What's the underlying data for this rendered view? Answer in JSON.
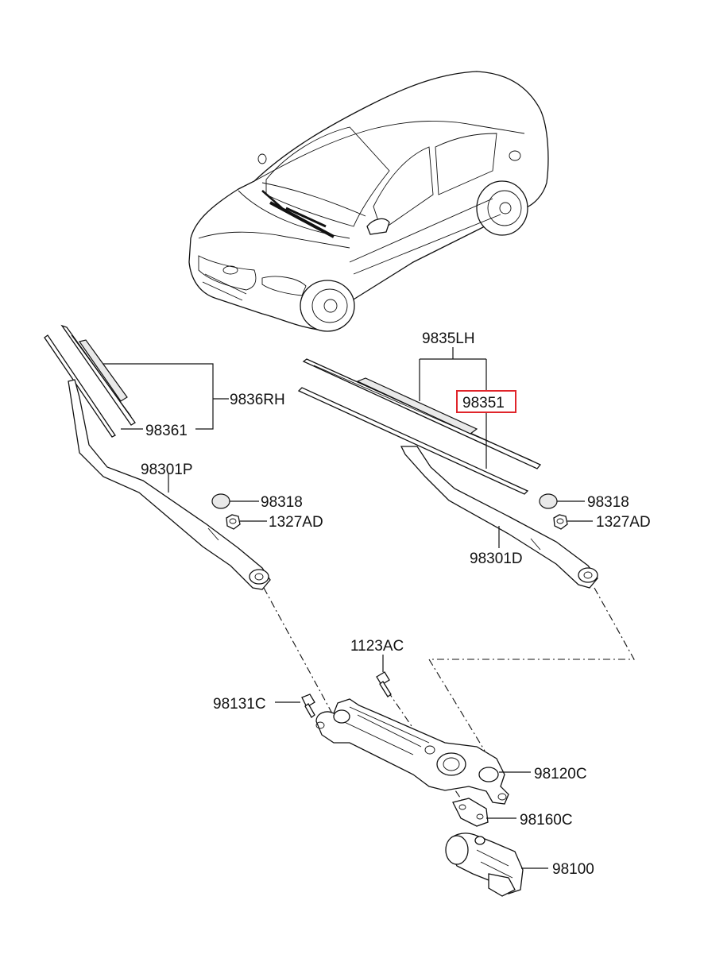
{
  "labels": {
    "blade_lh": "9835LH",
    "refill_lh": "98351",
    "blade_rh": "9836RH",
    "refill_rh": "98361",
    "arm_passenger": "98301P",
    "arm_driver": "98301D",
    "cap_left": "98318",
    "cap_right": "98318",
    "nut_left": "1327AD",
    "nut_right": "1327AD",
    "bolt_top": "1123AC",
    "bolt_left": "98131C",
    "linkage": "98120C",
    "bracket": "98160C",
    "motor": "98100"
  },
  "highlight_color": "#e0252b"
}
